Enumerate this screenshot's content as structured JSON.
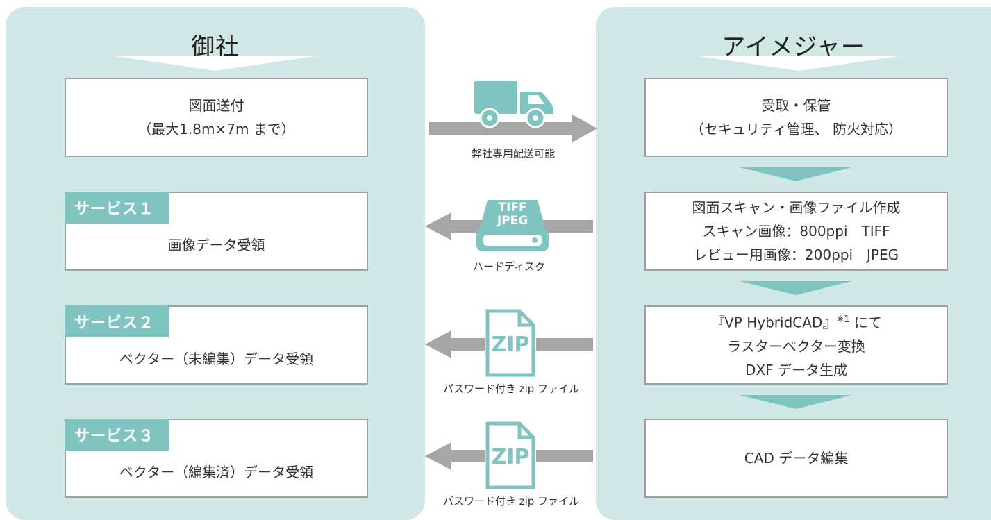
{
  "left_panel": {
    "title": "御社",
    "send_box": {
      "line1": "図面送付",
      "line2": "（最大1.8m×7m まで）"
    },
    "services": [
      {
        "tag": "サービス１",
        "text": "画像データ受領"
      },
      {
        "tag": "サービス２",
        "text": "ベクター（未編集）データ受領"
      },
      {
        "tag": "サービス３",
        "text": "ベクター（編集済）データ受領"
      }
    ]
  },
  "right_panel": {
    "title": "アイメジャー",
    "steps": [
      {
        "line1": "受取・保管",
        "line2": "（セキュリティ管理、 防火対応）"
      },
      {
        "line1": "図面スキャン・画像ファイル作成",
        "line2": "スキャン画像：800ppi　TIFF",
        "line3": "レビュー用画像：200ppi　JPEG"
      },
      {
        "line1_pre": "『VP HybridCAD』",
        "line1_sup": "※1",
        "line1_post": "にて",
        "line2": "ラスターベクター変換",
        "line3": "DXF データ生成"
      },
      {
        "line1": "CAD データ編集"
      }
    ]
  },
  "middle": {
    "delivery_label": "弊社専用配送可能",
    "hdd_label": "ハードディスク",
    "hdd_text1": "TIFF",
    "hdd_text2": "JPEG",
    "zip_text": "ZIP",
    "zip_label_1": "パスワード付き zip ファイル",
    "zip_label_2": "パスワード付き zip ファイル"
  },
  "colors": {
    "panel_bg": "#cfe8e6",
    "accent": "#7fc4c0",
    "arrow_gray": "#a6a6a6",
    "box_border": "#9aa0a3"
  },
  "icons": [
    "truck-icon",
    "hard-disk-icon",
    "zip-file-icon"
  ]
}
